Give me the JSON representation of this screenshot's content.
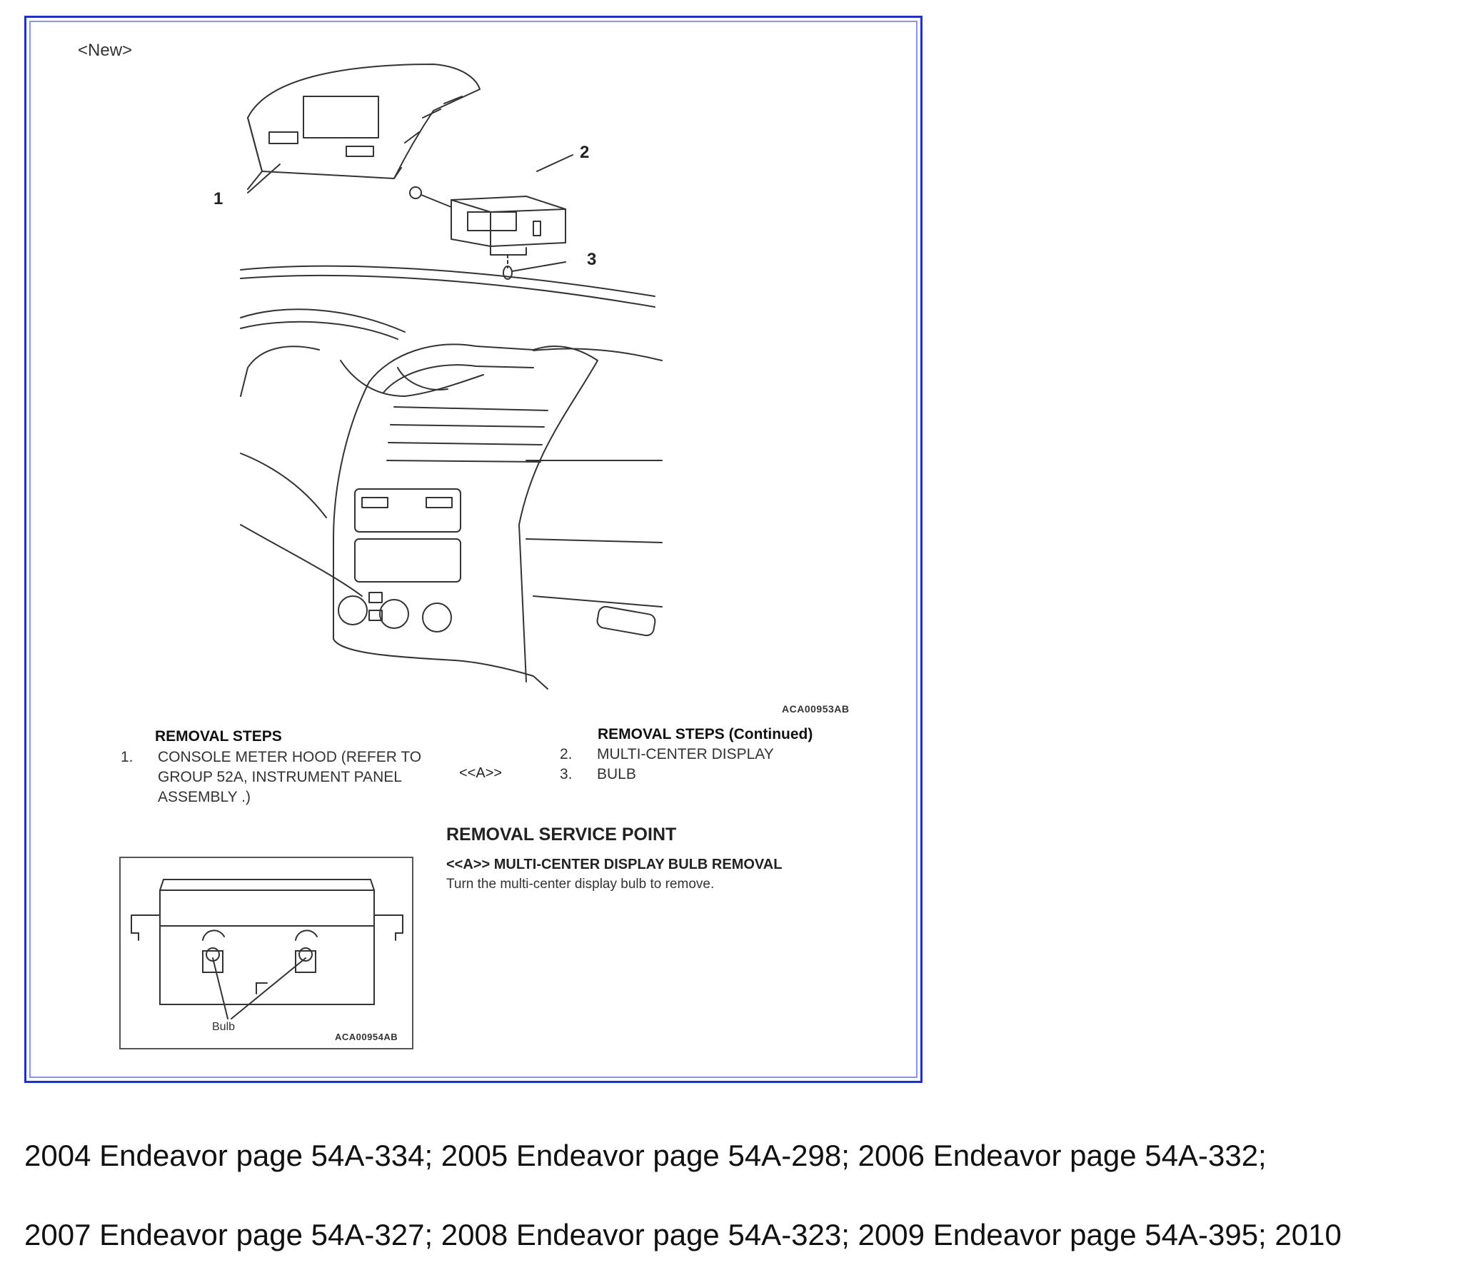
{
  "figure": {
    "variant_label": "<New>",
    "callouts": [
      "1",
      "2",
      "3"
    ],
    "figure_code_main": "ACA00953AB",
    "figure_code_detail": "ACA00954AB",
    "bulb_label": "Bulb"
  },
  "removal_steps": {
    "heading": "REMOVAL STEPS",
    "heading_continued": "REMOVAL STEPS (Continued)",
    "service_marker": "<<A>>",
    "steps": [
      {
        "num": "1.",
        "text": "CONSOLE METER HOOD (REFER TO GROUP 52A, INSTRUMENT PANEL ASSEMBLY .)"
      },
      {
        "num": "2.",
        "text": "MULTI-CENTER DISPLAY"
      },
      {
        "num": "3.",
        "text": "BULB"
      }
    ]
  },
  "service_point": {
    "title": "REMOVAL SERVICE POINT",
    "subtitle": "<<A>> MULTI-CENTER DISPLAY BULB REMOVAL",
    "text": "Turn the multi-center display bulb to remove."
  },
  "footer": {
    "line1": "2004 Endeavor page 54A-334; 2005 Endeavor page 54A-298; 2006 Endeavor page 54A-332;",
    "line2": "2007 Endeavor page 54A-327; 2008 Endeavor page 54A-323; 2009 Endeavor page 54A-395; 2010"
  },
  "colors": {
    "frame_border": "#1f2fd6",
    "frame_inner": "#8a92f0",
    "line_art": "#333333"
  }
}
